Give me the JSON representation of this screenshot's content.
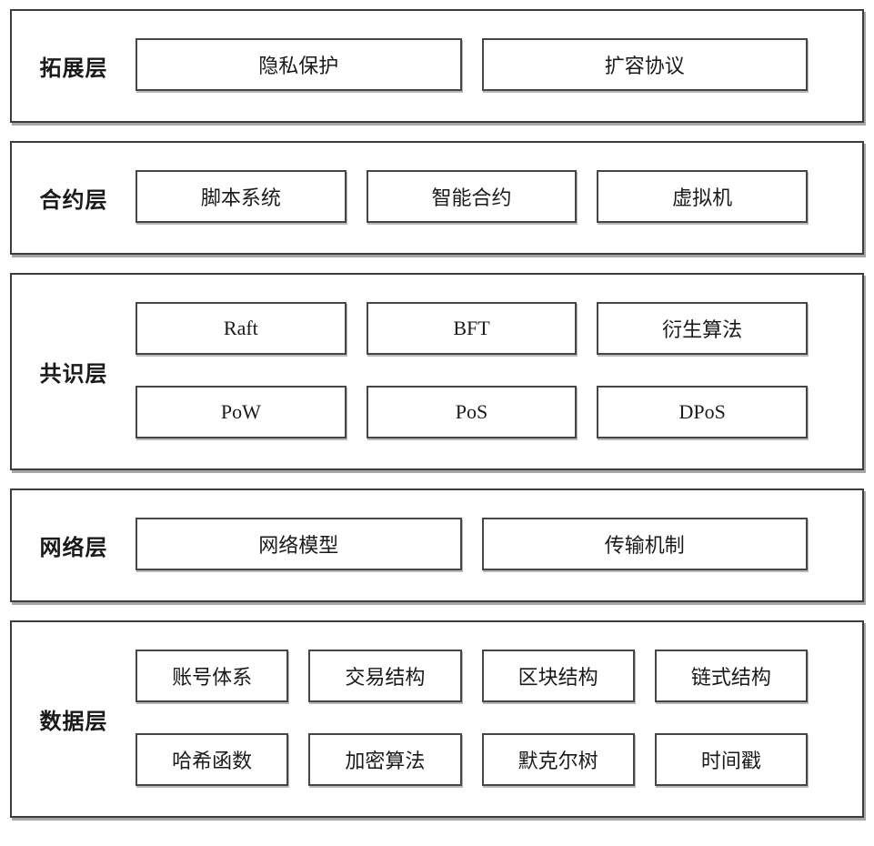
{
  "diagram": {
    "layers": [
      {
        "label": "拓展层",
        "rows": [
          [
            "隐私保护",
            "扩容协议"
          ]
        ]
      },
      {
        "label": "合约层",
        "rows": [
          [
            "脚本系统",
            "智能合约",
            "虚拟机"
          ]
        ]
      },
      {
        "label": "共识层",
        "rows": [
          [
            "Raft",
            "BFT",
            "衍生算法"
          ],
          [
            "PoW",
            "PoS",
            "DPoS"
          ]
        ]
      },
      {
        "label": "网络层",
        "rows": [
          [
            "网络模型",
            "传输机制"
          ]
        ]
      },
      {
        "label": "数据层",
        "rows": [
          [
            "账号体系",
            "交易结构",
            "区块结构",
            "链式结构"
          ],
          [
            "哈希函数",
            "加密算法",
            "默克尔树",
            "时间戳"
          ]
        ]
      }
    ],
    "colors": {
      "outer_border": "#3d3d3d",
      "node_border": "#464646",
      "shadow": "#a6a6a6",
      "text": "#1a1a1a",
      "background": "#ffffff"
    }
  }
}
